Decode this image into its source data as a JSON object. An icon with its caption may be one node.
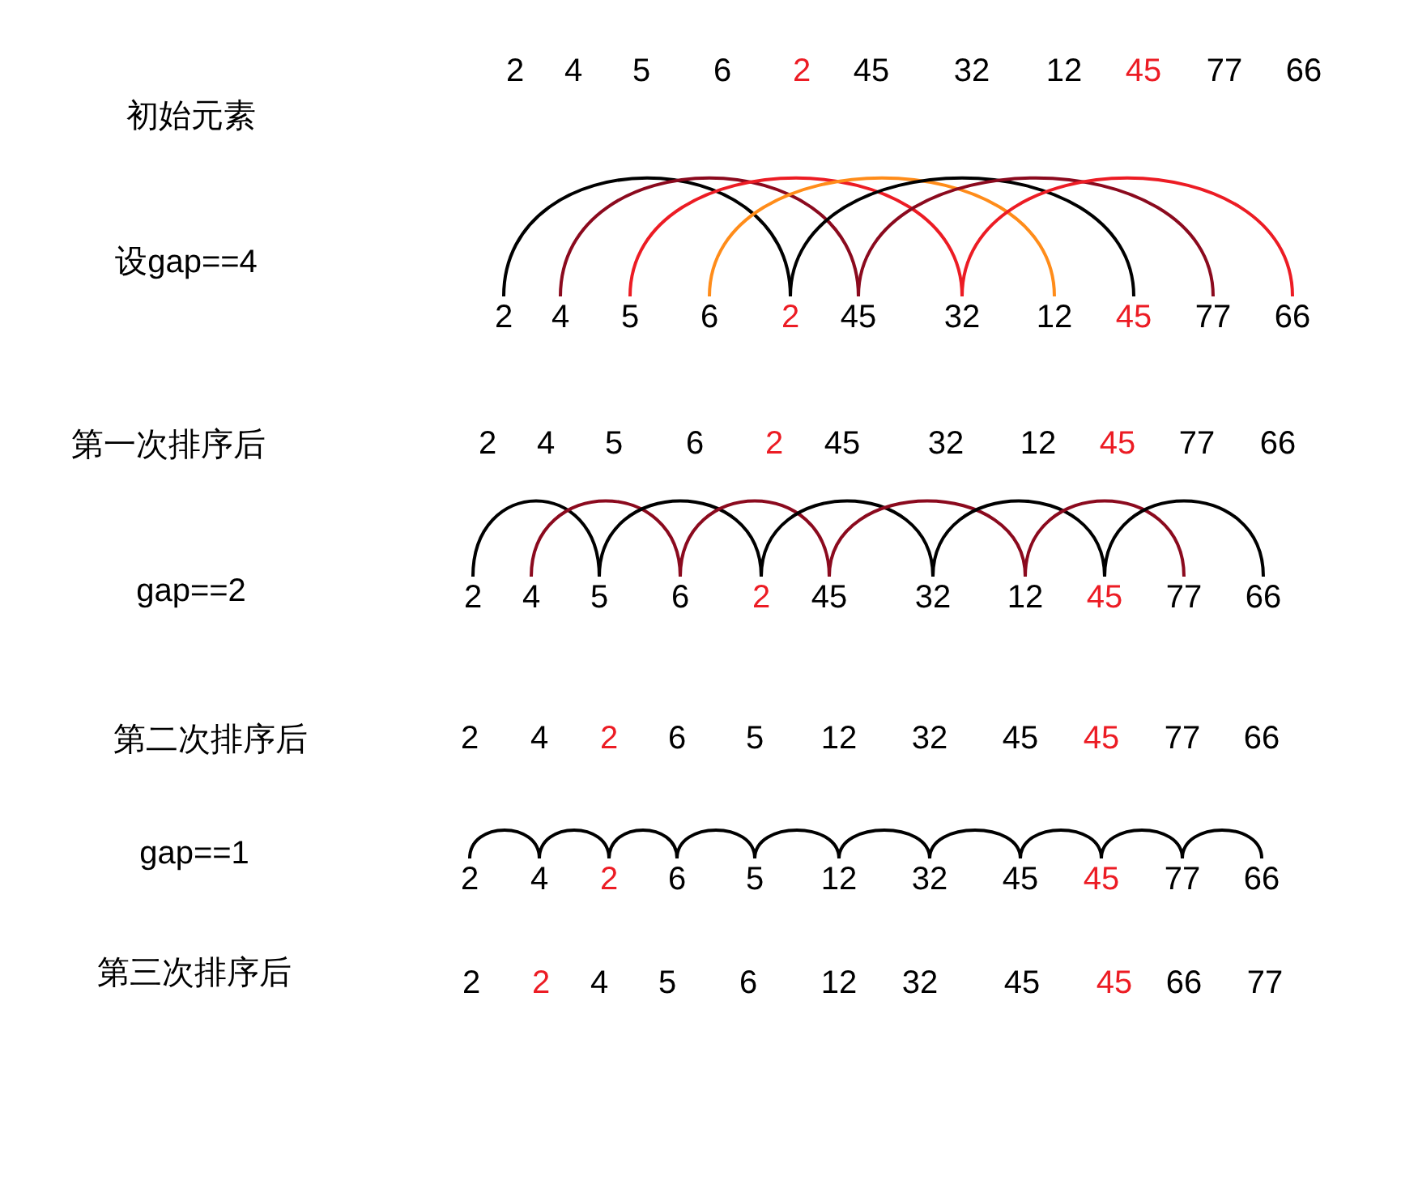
{
  "diagram": {
    "nodes": [
      {
        "text": [
          "2"
        ]
      },
      {
        "text": [
          "4"
        ]
      },
      {
        "text": [
          "5"
        ]
      },
      {
        "text": [
          "6"
        ]
      },
      {
        "text": [
          "2"
        ]
      },
      {
        "text": [
          "45"
        ]
      },
      {
        "text": [
          "32"
        ]
      },
      {
        "text": [
          "12"
        ]
      },
      {
        "text": [
          "45"
        ]
      },
      {
        "text": [
          "77"
        ]
      },
      {
        "text": [
          "66"
        ]
      },
      {
        "text": [
          "2"
        ]
      },
      {
        "text": [
          "4"
        ]
      },
      {
        "text": [
          "5"
        ]
      },
      {
        "text": [
          "6"
        ]
      },
      {
        "text": [
          "2"
        ]
      },
      {
        "text": [
          "45"
        ]
      },
      {
        "text": [
          "32"
        ]
      },
      {
        "text": [
          "12"
        ]
      },
      {
        "text": [
          "45"
        ]
      },
      {
        "text": [
          "77"
        ]
      },
      {
        "text": [
          "66"
        ]
      },
      {
        "text": [
          "2"
        ]
      },
      {
        "text": [
          "4"
        ]
      },
      {
        "text": [
          "2"
        ]
      },
      {
        "text": [
          "6"
        ]
      },
      {
        "text": [
          "5"
        ]
      },
      {
        "text": [
          "12"
        ]
      },
      {
        "text": [
          "32"
        ]
      },
      {
        "text": [
          "45"
        ]
      },
      {
        "text": [
          "45"
        ]
      },
      {
        "text": [
          "77"
        ]
      },
      {
        "text": [
          "66"
        ]
      }
    ],
    "edges": [
      {
        "from": 0,
        "to": 4,
        "arrow": "none"
      },
      {
        "from": 1,
        "to": 5,
        "arrow": "none",
        "color": "#8b0a1e"
      },
      {
        "from": 2,
        "to": 6,
        "arrow": "none",
        "color": "#ec1c24"
      },
      {
        "from": 3,
        "to": 7,
        "arrow": "none",
        "color": "#ff8c1a"
      },
      {
        "from": 4,
        "to": 8,
        "arrow": "none"
      },
      {
        "from": 5,
        "to": 9,
        "arrow": "none",
        "color": "#8b0a1e"
      },
      {
        "from": 6,
        "to": 10,
        "arrow": "none",
        "color": "#ec1c24"
      },
      {
        "from": 11,
        "to": 13,
        "arrow": "none"
      },
      {
        "from": 12,
        "to": 14,
        "arrow": "none",
        "color": "#8b0a1e"
      },
      {
        "from": 13,
        "to": 15,
        "arrow": "none"
      },
      {
        "from": 14,
        "to": 16,
        "arrow": "none",
        "color": "#8b0a1e"
      },
      {
        "from": 15,
        "to": 17,
        "arrow": "none"
      },
      {
        "from": 16,
        "to": 18,
        "arrow": "none",
        "color": "#8b0a1e"
      },
      {
        "from": 17,
        "to": 19,
        "arrow": "none"
      },
      {
        "from": 18,
        "to": 20,
        "arrow": "none",
        "color": "#8b0a1e"
      },
      {
        "from": 19,
        "to": 21,
        "arrow": "none"
      },
      {
        "from": 22,
        "to": 23,
        "arrow": "none"
      },
      {
        "from": 23,
        "to": 24,
        "arrow": "none"
      },
      {
        "from": 24,
        "to": 25,
        "arrow": "none"
      },
      {
        "from": 25,
        "to": 26,
        "arrow": "none"
      },
      {
        "from": 26,
        "to": 27,
        "arrow": "none"
      },
      {
        "from": 27,
        "to": 28,
        "arrow": "none"
      },
      {
        "from": 28,
        "to": 29,
        "arrow": "none"
      },
      {
        "from": 29,
        "to": 30,
        "arrow": "none"
      },
      {
        "from": 30,
        "to": 31,
        "arrow": "none"
      },
      {
        "from": 31,
        "to": 32,
        "arrow": "none"
      }
    ],
    "labels": [
      "2",
      "4",
      "5",
      "6",
      "2",
      "45",
      "32",
      "12",
      "45",
      "77",
      "66",
      "初始元素",
      "设gap==4",
      "第一次排序后",
      "2",
      "4",
      "5",
      "6",
      "2",
      "45",
      "32",
      "12",
      "45",
      "77",
      "66",
      "gap==2",
      "第二次排序后",
      "2",
      "4",
      "2",
      "6",
      "5",
      "12",
      "32",
      "45",
      "45",
      "77",
      "66",
      "gap==1",
      "第三次排序后",
      "2",
      "2",
      "4",
      "5",
      "6",
      "12",
      "32",
      "45",
      "45",
      "66",
      "77"
    ]
  }
}
